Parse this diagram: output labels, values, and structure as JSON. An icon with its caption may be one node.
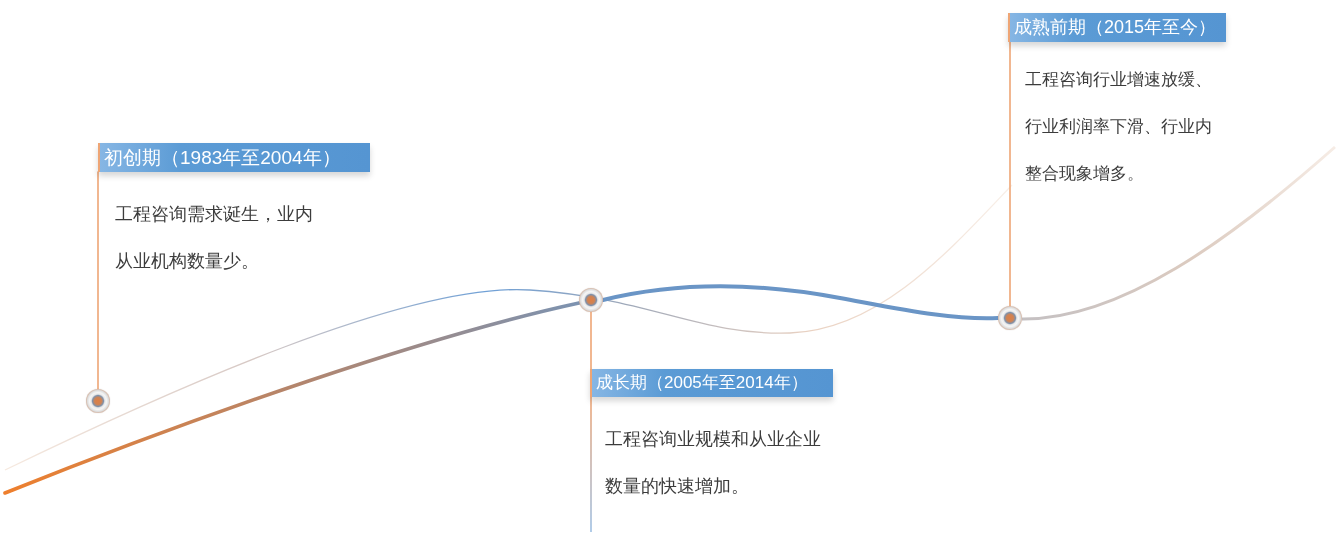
{
  "diagram": {
    "nodes": [
      {
        "text": [
          "初创期（1983年至2004年）"
        ],
        "beside": [
          "工程咨询需求诞生，业内从业机构数量少。"
        ]
      },
      {
        "text": [],
        "shape": "circle"
      },
      {
        "text": [
          "成长期（2005年至2014年）"
        ],
        "beside": [
          "工程咨询业规模和从业企业数量的快速增加。"
        ]
      },
      {
        "text": [],
        "shape": "circle"
      },
      {
        "text": [
          "成熟前期（2015年至今）"
        ],
        "beside": [
          "工程咨询行业增速放缓、行业利润率下滑、行业内整合现象增多。"
        ]
      },
      {
        "text": [],
        "shape": "circle"
      }
    ],
    "edges": [
      {
        "from": 1,
        "to": 0,
        "arrow": "none"
      },
      {
        "from": 3,
        "to": 2,
        "arrow": "none"
      },
      {
        "from": 5,
        "to": 4,
        "arrow": "none"
      },
      {
        "from": 3,
        "to": 5,
        "arrow": "none",
        "style": "thick",
        "color": "#6a95c6"
      }
    ]
  }
}
